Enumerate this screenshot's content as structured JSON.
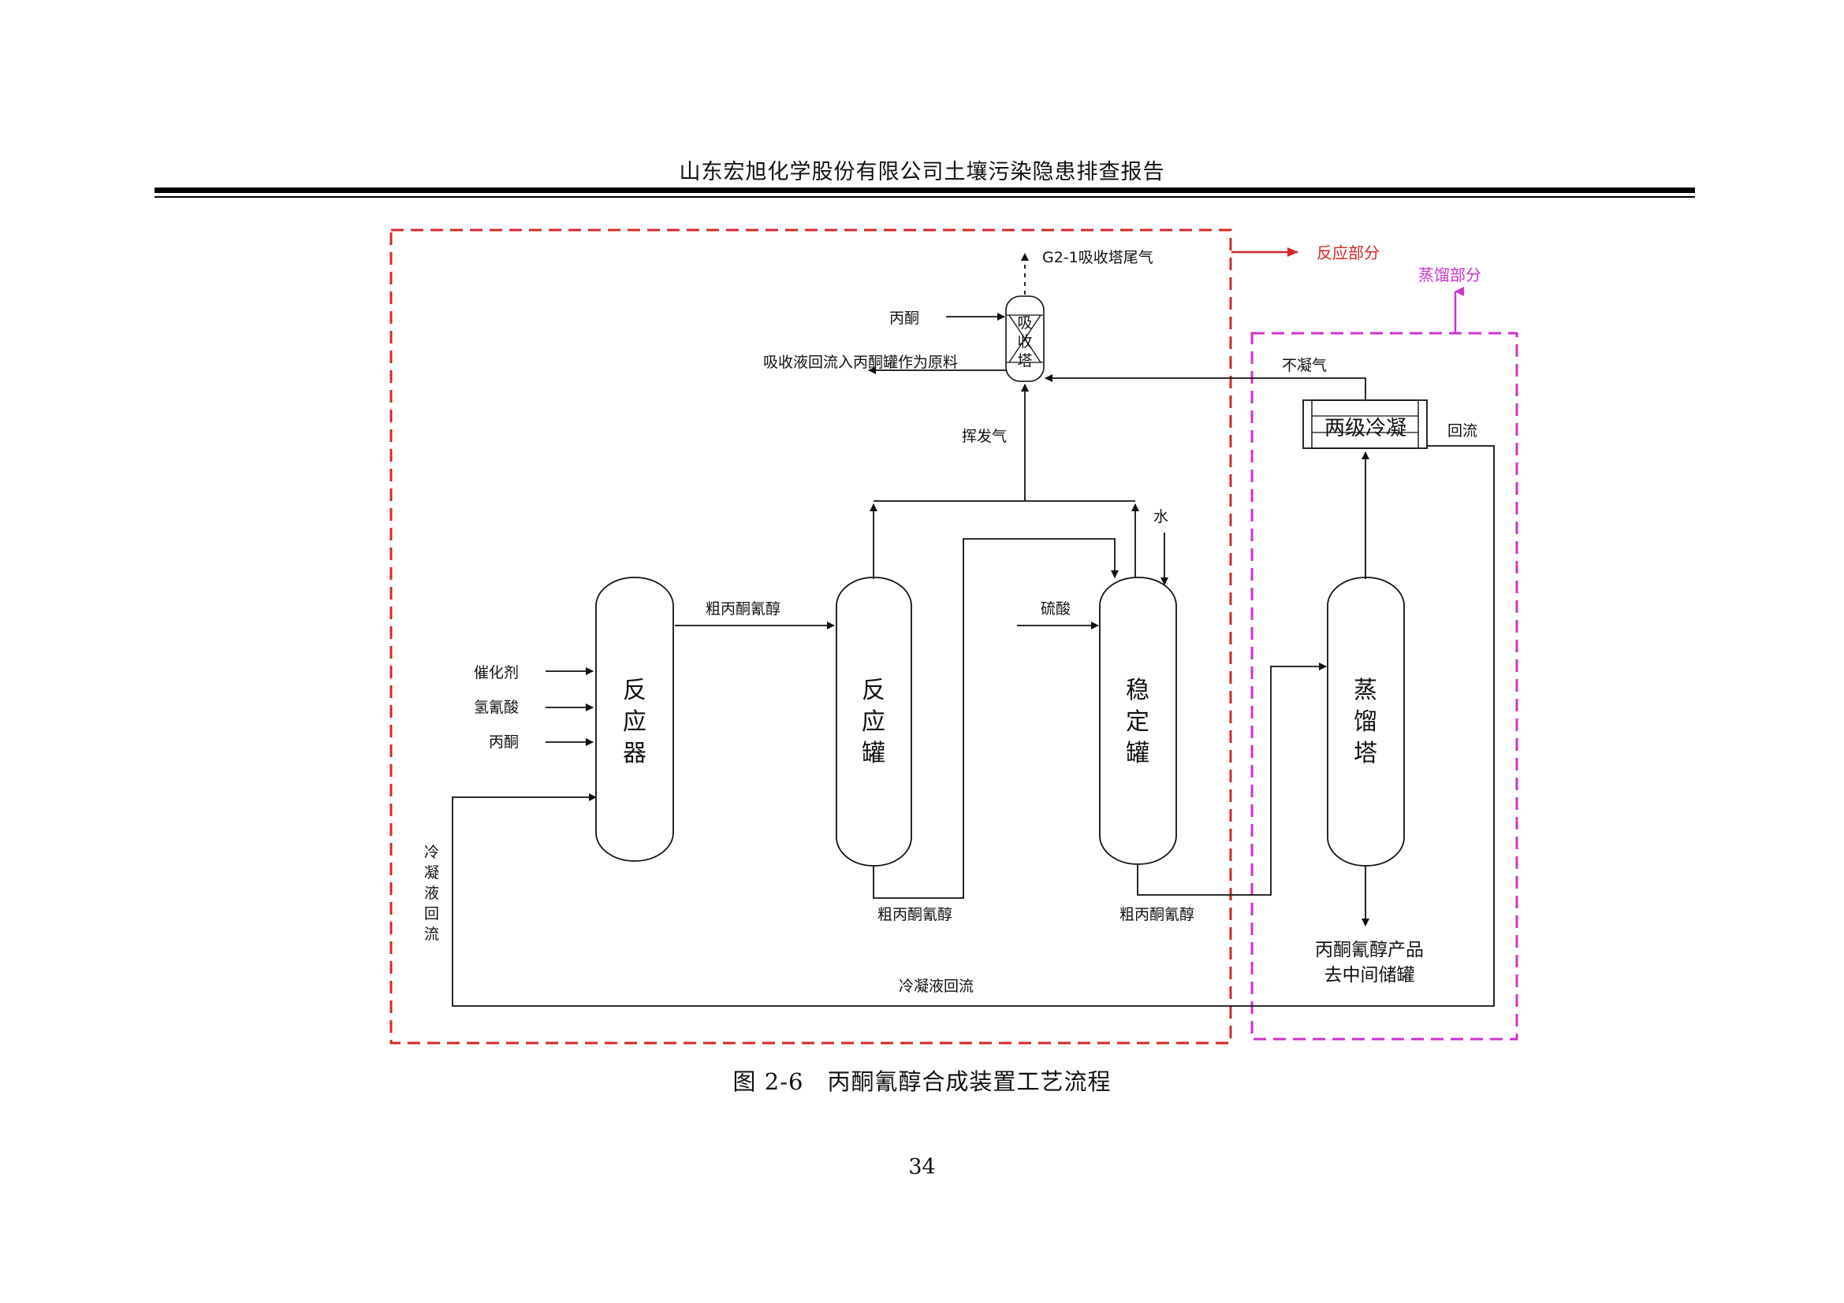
{
  "header": {
    "title": "山东宏旭化学股份有限公司土壤污染隐患排查报告"
  },
  "diagram": {
    "colors": {
      "reaction_section": "#d62728",
      "distillation_section": "#cc33cc",
      "line": "#111111"
    },
    "sections": {
      "reaction": "反应部分",
      "distillation": "蒸馏部分"
    },
    "equipment": {
      "absorber_chars": [
        "吸",
        "收",
        "塔"
      ],
      "reactor_chars": [
        "反",
        "应",
        "器"
      ],
      "reaction_tank_chars": [
        "反",
        "应",
        "罐"
      ],
      "stabilizer_chars": [
        "稳",
        "定",
        "罐"
      ],
      "distill_chars": [
        "蒸",
        "馏",
        "塔"
      ],
      "condenser": "两级冷凝"
    },
    "labels": {
      "tail_gas": "G2-1吸收塔尾气",
      "acetone_absorber": "丙酮",
      "absorb_return": "吸收液回流入丙酮罐作为原料",
      "volatile": "挥发气",
      "noncondensable": "不凝气",
      "reflux": "回流",
      "water": "水",
      "crude_1": "粗丙酮氰醇",
      "sulfuric": "硫酸",
      "catalyst": "催化剂",
      "hcn": "氢氰酸",
      "acetone_reactor": "丙酮",
      "crude_2": "粗丙酮氰醇",
      "crude_3": "粗丙酮氰醇",
      "condensate_chars": [
        "冷",
        "凝",
        "液",
        "回",
        "流"
      ],
      "condensate_bottom": "冷凝液回流",
      "product_line1": "丙酮氰醇产品",
      "product_line2": "去中间储罐"
    }
  },
  "caption": "图 2-6　丙酮氰醇合成装置工艺流程",
  "page_number": "34"
}
